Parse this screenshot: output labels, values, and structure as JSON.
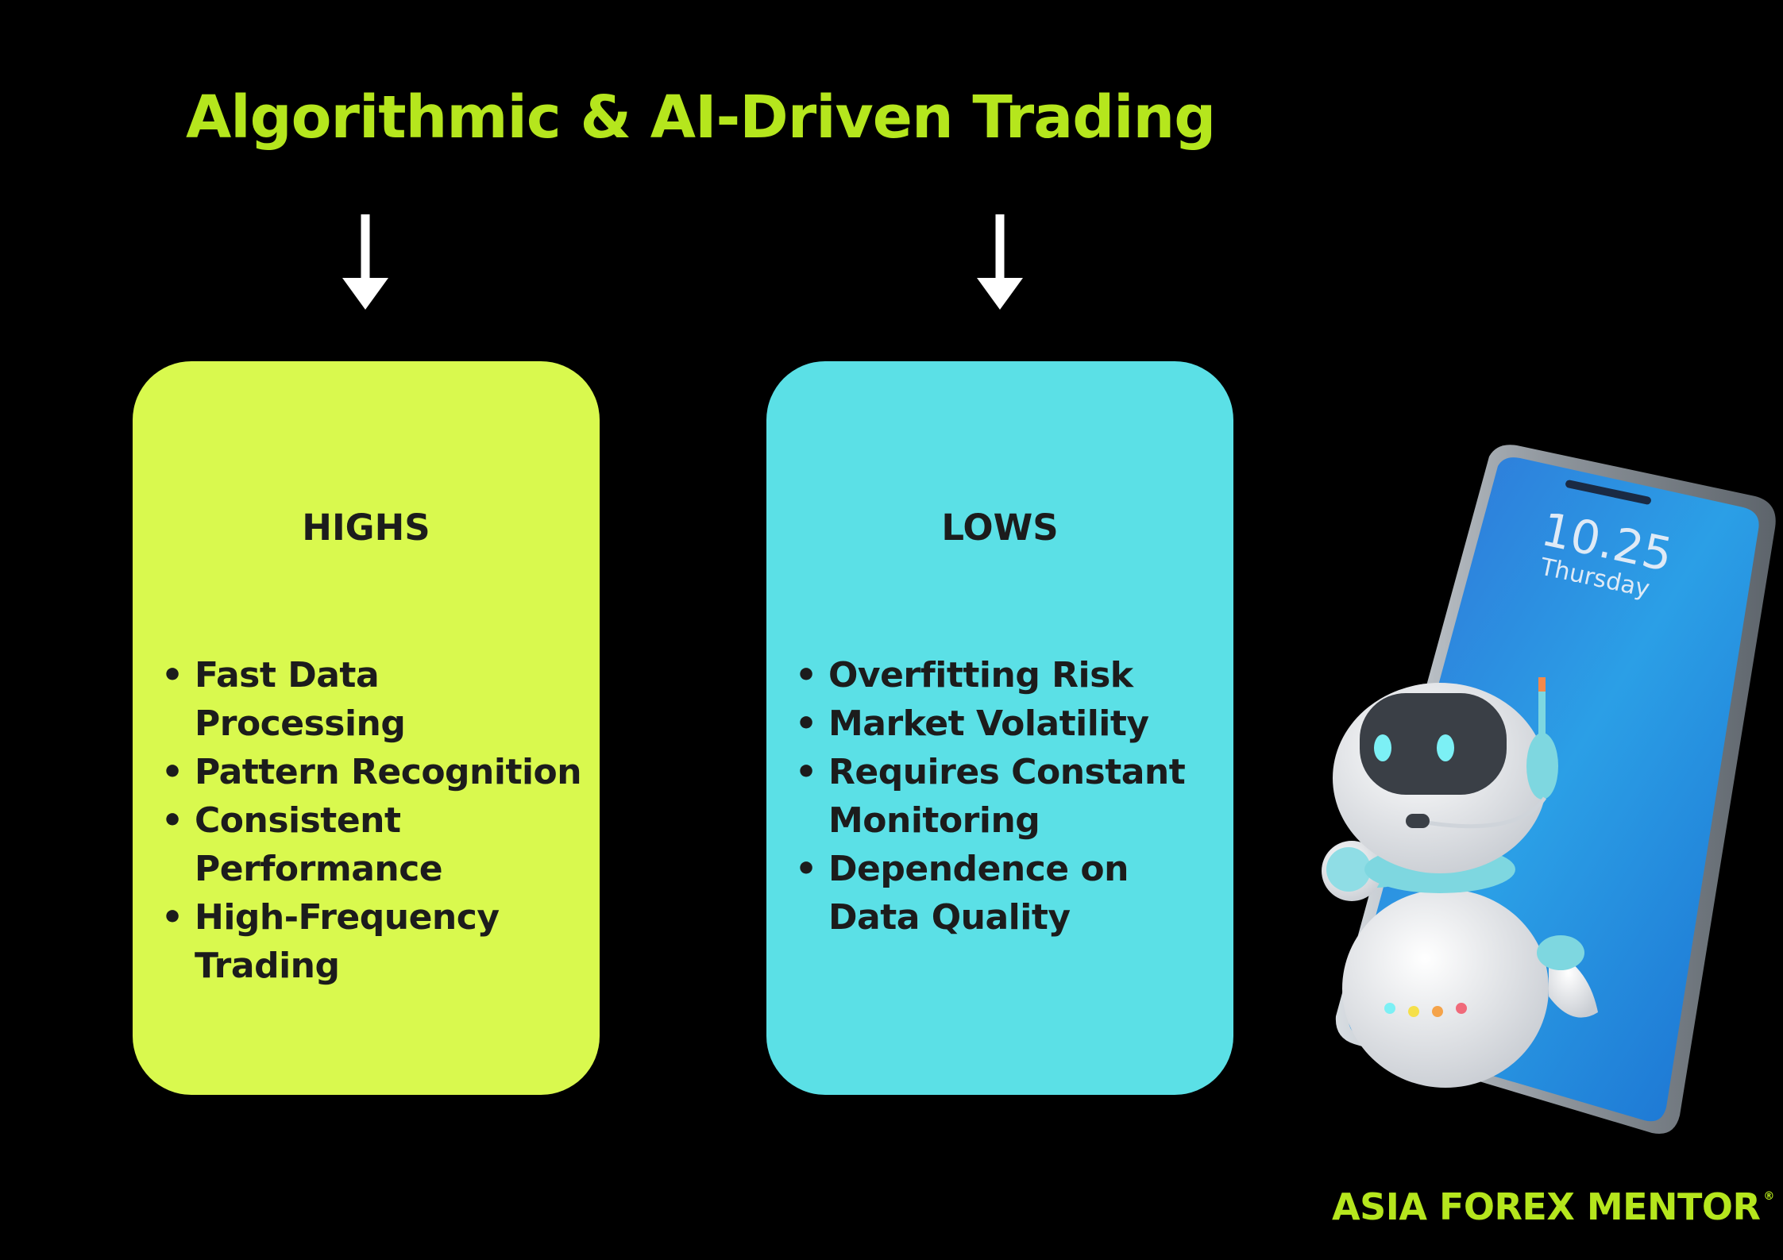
{
  "title": "Algorithmic & AI-Driven Trading",
  "highs": {
    "heading": "HIGHS",
    "items": [
      "Fast Data Processing",
      "Pattern Recognition",
      "Consistent Performance",
      "High-Frequency Trading"
    ],
    "color": "#d9f94e"
  },
  "lows": {
    "heading": "LOWS",
    "items": [
      "Overfitting Risk",
      "Market Volatility",
      "Requires Constant Monitoring",
      "Dependence on Data Quality"
    ],
    "color": "#5be0e6"
  },
  "phone": {
    "time": "10.25",
    "day": "Thursday"
  },
  "brand": {
    "name": "ASIA FOREX MENTOR",
    "mark": "®"
  },
  "colors": {
    "accent": "#b5e61d",
    "background": "#000000"
  },
  "icons": [
    "arrow-down-icon",
    "robot-icon",
    "smartphone-icon"
  ]
}
